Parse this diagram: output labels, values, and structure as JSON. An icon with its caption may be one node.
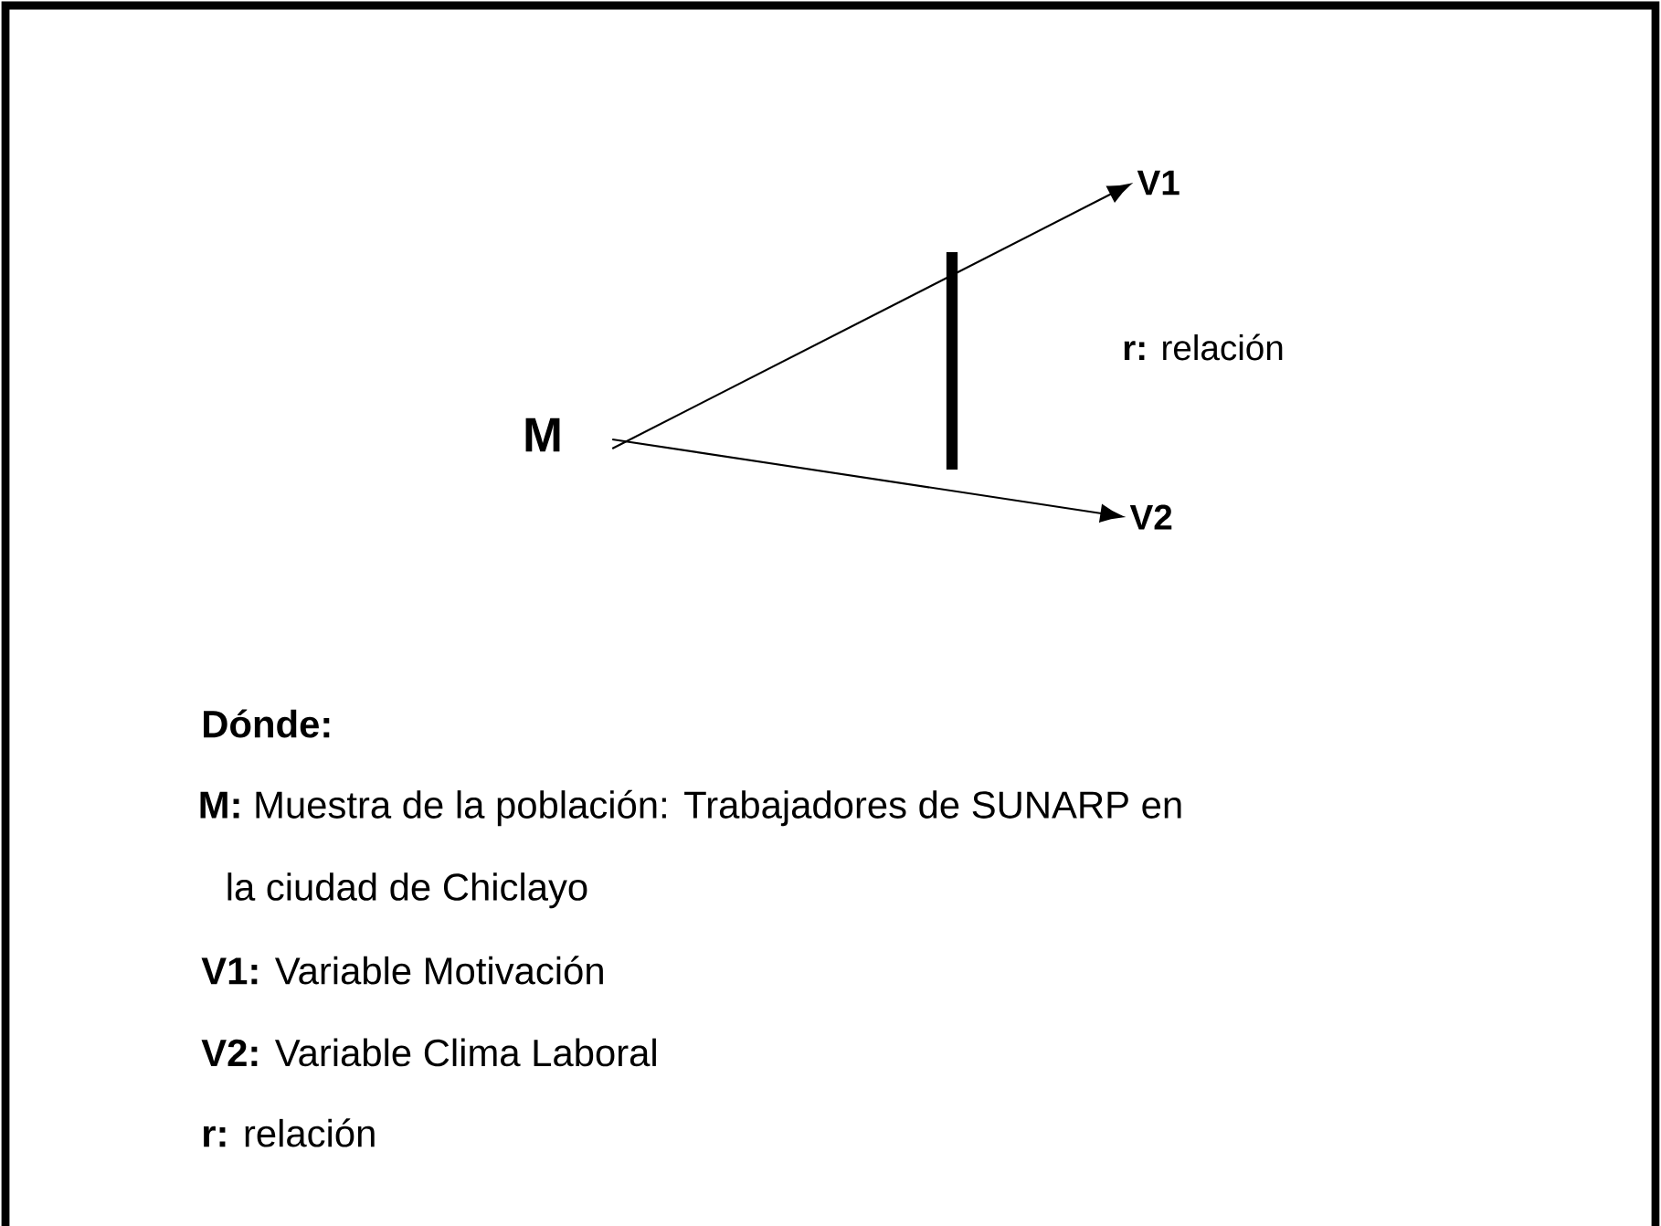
{
  "diagram": {
    "nodes": [
      {
        "text": [
          "M"
        ]
      },
      {
        "text": [
          "V1"
        ]
      },
      {
        "text": [
          "V2"
        ]
      }
    ],
    "edges": [
      {
        "from": 0,
        "to": 1,
        "arrow": "to"
      },
      {
        "from": 0,
        "to": 2,
        "arrow": "to"
      }
    ],
    "labels": [
      "**r:** relación",
      "Dónde:",
      "**M:** Muestra de la población: Trabajadores de SUNARP en la ciudad de Chiclayo",
      "**V1:** Variable Motivación",
      "**V2:** Variable Clima Laboral",
      "**r:** relación"
    ]
  }
}
